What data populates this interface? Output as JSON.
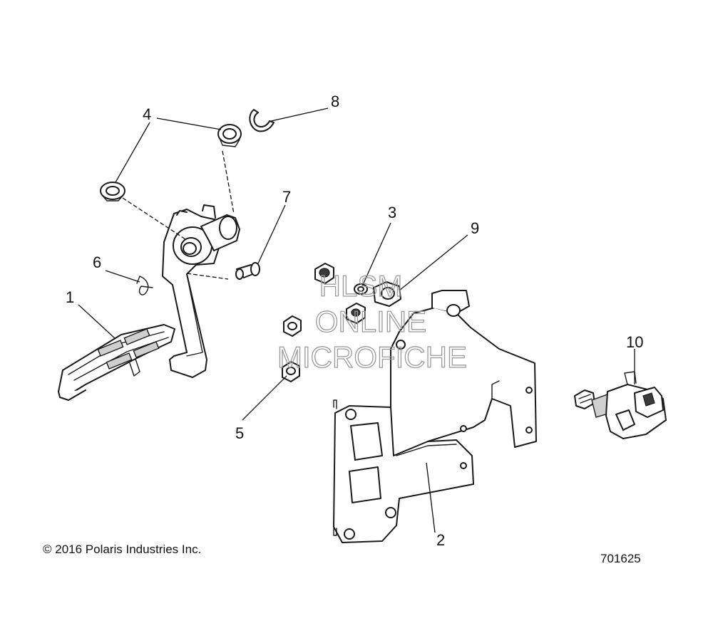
{
  "callouts": {
    "c1": "1",
    "c2": "2",
    "c3": "3",
    "c4": "4",
    "c5": "5",
    "c6": "6",
    "c7": "7",
    "c8": "8",
    "c9": "9",
    "c10": "10"
  },
  "watermark": {
    "line1": "HLSM",
    "line2": "ONLINE",
    "line3": "MICROFICHE"
  },
  "footer": {
    "copyright": "© 2016 Polaris Industries Inc.",
    "drawing_number": "701625"
  }
}
